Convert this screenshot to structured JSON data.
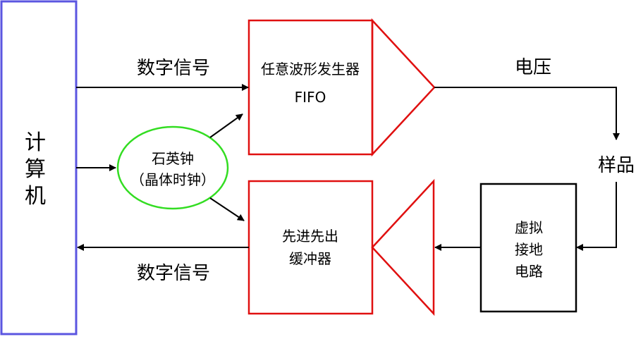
{
  "diagram": {
    "computer": {
      "label_chars": [
        "计",
        "算",
        "机"
      ],
      "border_color": "#5b55e0"
    },
    "awg": {
      "line1": "任意波形发生器",
      "line2": "FIFO",
      "border_color": "#e01010"
    },
    "fifo_buffer": {
      "line1": "先进先出",
      "line2": "缓冲器",
      "border_color": "#e01010"
    },
    "crystal": {
      "line1": "石英钟",
      "line2": "（晶体时钟）",
      "border_color": "#33dd22"
    },
    "virtual_ground": {
      "line1": "虚拟",
      "line2": "接地",
      "line3": "电路",
      "border_color": "#000000"
    },
    "labels": {
      "digital_signal_top": "数字信号",
      "digital_signal_bottom": "数字信号",
      "voltage": "电压",
      "sample": "样品"
    }
  }
}
